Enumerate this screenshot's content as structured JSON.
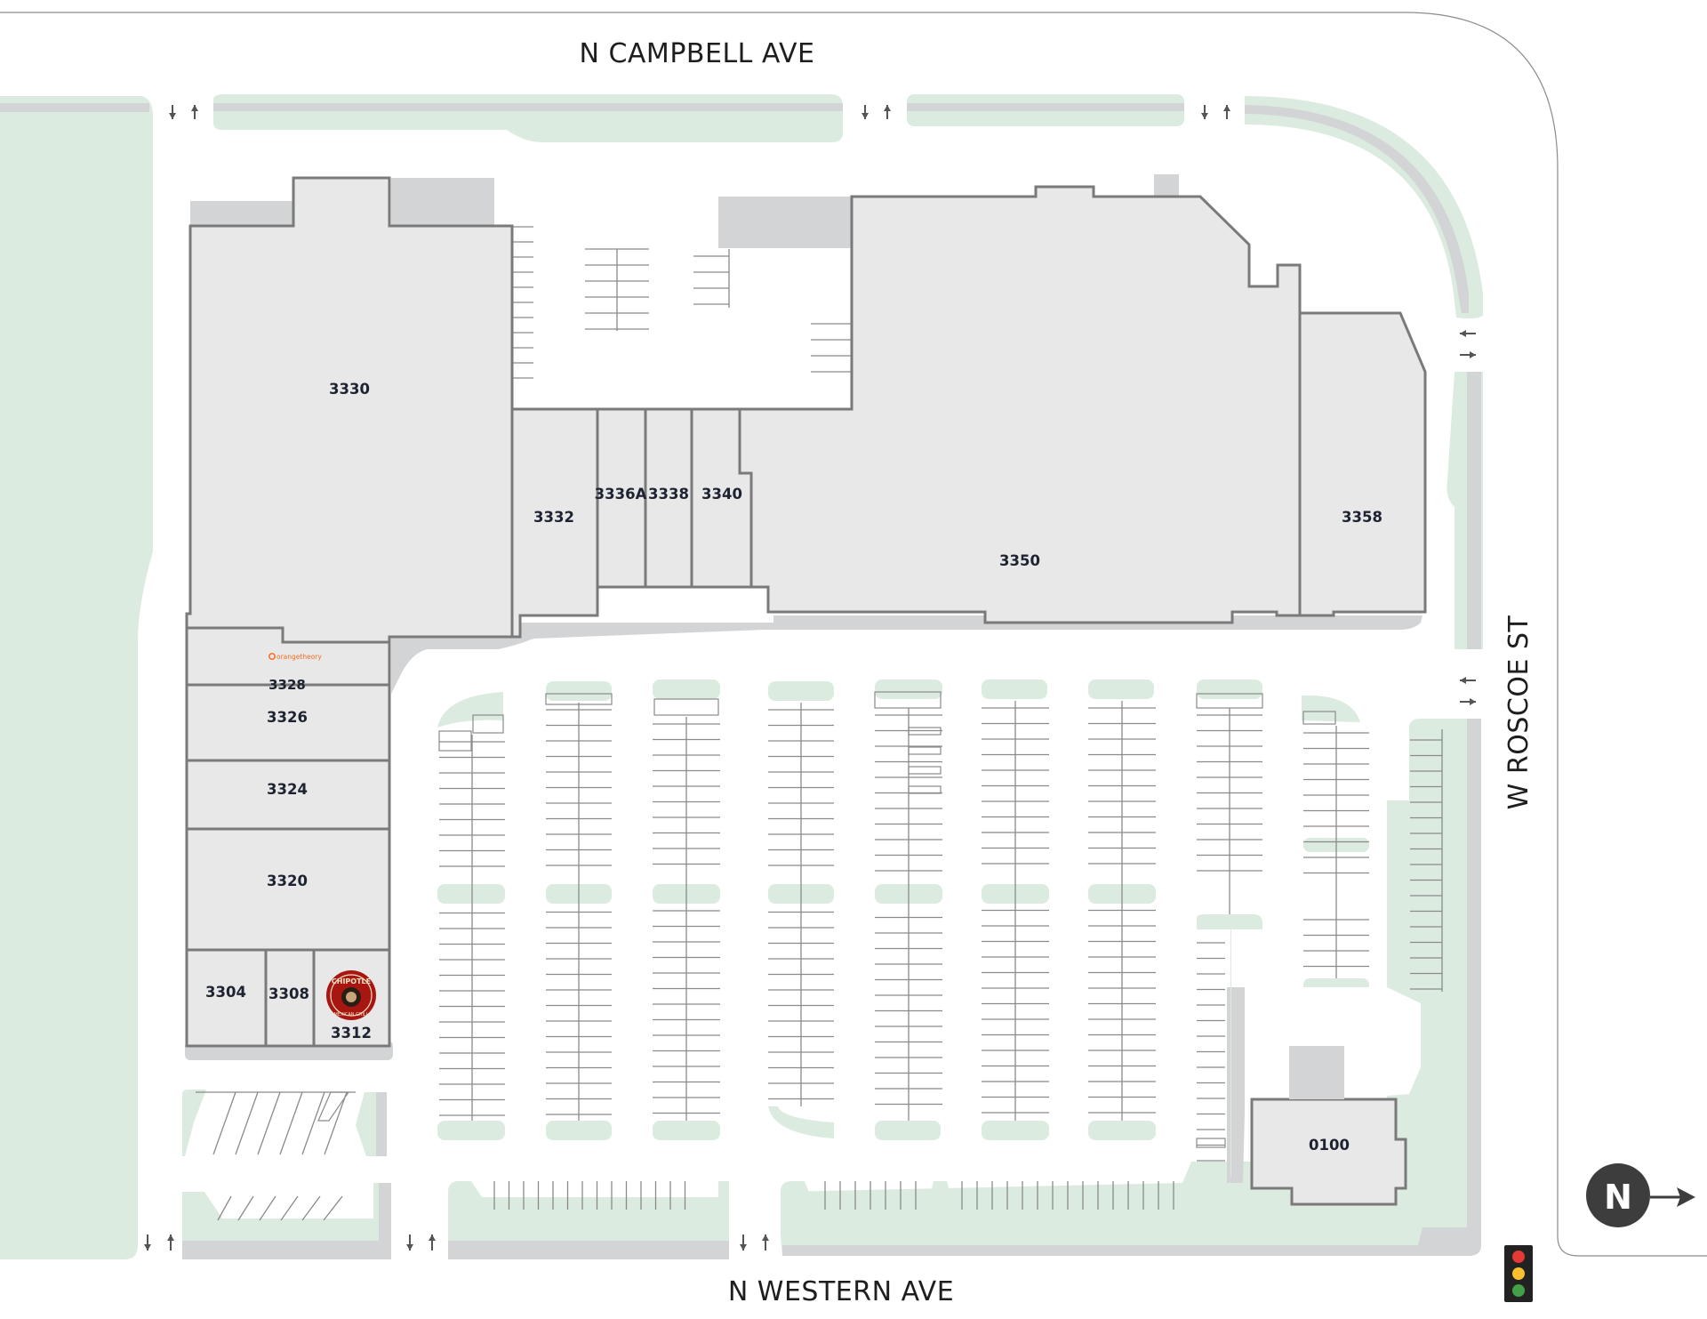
{
  "streets": {
    "north": "N CAMPBELL AVE",
    "south": "N WESTERN AVE",
    "east": "W ROSCOE ST"
  },
  "units": [
    {
      "id": "3330"
    },
    {
      "id": "3332"
    },
    {
      "id": "3336A"
    },
    {
      "id": "3338"
    },
    {
      "id": "3340"
    },
    {
      "id": "3350"
    },
    {
      "id": "3358"
    },
    {
      "id": "3328"
    },
    {
      "id": "3326"
    },
    {
      "id": "3324"
    },
    {
      "id": "3320"
    },
    {
      "id": "3304"
    },
    {
      "id": "3308"
    },
    {
      "id": "3312"
    },
    {
      "id": "0100"
    }
  ],
  "tenants": {
    "chipotle": "CHIPOTLE",
    "chipotle_sub": "MEXICAN GRILL",
    "orangetheory": "orangetheory"
  },
  "compass": {
    "label": "N"
  },
  "colors": {
    "building_fill": "#e8e8e8",
    "building_stroke": "#7a7a7a",
    "landscape": "#dcebdf",
    "shadow": "#d2d4d5",
    "chipotle_red": "#a81612",
    "orangetheory_orange": "#f26d21",
    "traffic_red": "#e53935",
    "traffic_yellow": "#fbc02d",
    "traffic_green": "#43a047"
  },
  "icons": [
    "compass-north-icon",
    "traffic-light-icon",
    "chipotle-logo-icon",
    "orangetheory-logo-icon",
    "ev-charging-icon",
    "traffic-direction-arrow-icon"
  ]
}
